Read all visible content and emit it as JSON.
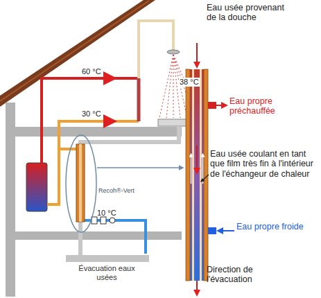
{
  "diagram": {
    "labels": [
      "60 °C",
      "30 °C",
      "38 °C",
      "Recoh®-Vert",
      "10 °C",
      "Évacuation eaux usées",
      "Eau usée provenant de la douche",
      "Eau propre préchauffée",
      "Eau usée coulant en tant que film très fin à l'intérieur de l'échangeur de chaleur",
      "Eau propre froide",
      "Direction de l'évacuation"
    ]
  }
}
